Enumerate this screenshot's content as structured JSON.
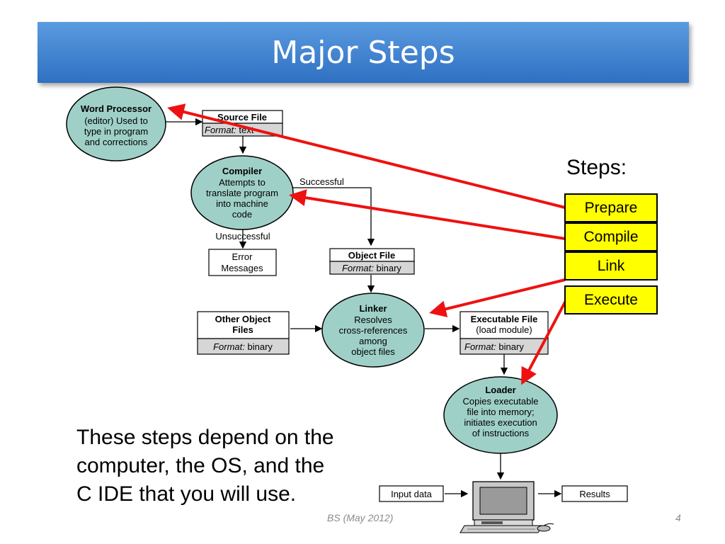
{
  "title": "Major Steps",
  "steps_label": "Steps:",
  "steps": [
    "Prepare",
    "Compile",
    "Link",
    "Execute"
  ],
  "diagram": {
    "word_processor": {
      "title": "Word Processor",
      "lines": [
        "(editor) Used to",
        "type in program",
        "and corrections"
      ]
    },
    "source_file": {
      "title": "Source File",
      "format_label": "Format:",
      "format_value": "text"
    },
    "compiler": {
      "title": "Compiler",
      "lines": [
        "Attempts to",
        "translate program",
        "into machine",
        "code"
      ]
    },
    "successful": "Successful",
    "unsuccessful": "Unsuccessful",
    "error_messages": [
      "Error",
      "Messages"
    ],
    "object_file": {
      "title": "Object File",
      "format_label": "Format:",
      "format_value": "binary"
    },
    "other_object_files": {
      "title_lines": [
        "Other Object",
        "Files"
      ],
      "format_label": "Format:",
      "format_value": "binary"
    },
    "linker": {
      "title": "Linker",
      "lines": [
        "Resolves",
        "cross-references",
        "among",
        "object files"
      ]
    },
    "executable_file": {
      "title": "Executable File",
      "subtitle": "(load module)",
      "format_label": "Format:",
      "format_value": "binary"
    },
    "loader": {
      "title": "Loader",
      "lines": [
        "Copies executable",
        "file into memory;",
        "initiates execution",
        "of instructions"
      ]
    },
    "input_data": "Input data",
    "results": "Results"
  },
  "note_lines": [
    "These steps depend on the",
    "computer, the OS, and the",
    "C IDE that you will use."
  ],
  "footer": {
    "source": "BS (May 2012)",
    "page": "4"
  },
  "colors": {
    "ellipse_fill": "#9fd0c8",
    "arrow_red": "#ee1111",
    "step_fill": "#ffff00",
    "title_bar": "#3a7fd0",
    "format_band": "#d6d6d6"
  }
}
